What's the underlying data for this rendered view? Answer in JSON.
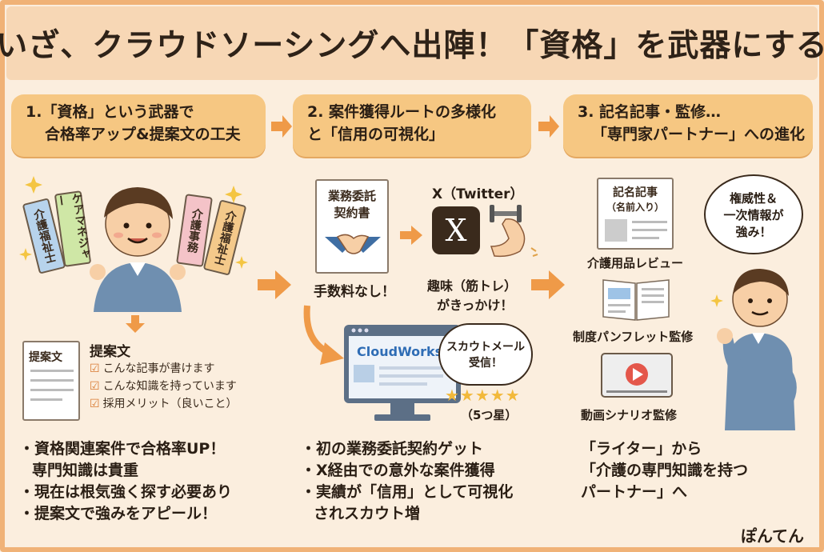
{
  "title": "いざ、クラウドソーシングへ出陣！「資格」を武器にする",
  "steps": [
    {
      "line1": "1.「資格」という武器で",
      "line2": "合格率アップ&提案文の工夫"
    },
    {
      "line1": "2. 案件獲得ルートの多様化",
      "line2": "と「信用の可視化」"
    },
    {
      "line1": "3. 記名記事・監修…",
      "line2": "「専門家パートナー」への進化"
    }
  ],
  "col1": {
    "cards": [
      "介護福祉士",
      "ケアマネジャー",
      "介護事務",
      "介護福祉士"
    ],
    "doc_label": "提案文",
    "proposal_title": "提案文",
    "checklist": [
      "こんな記事が書けます",
      "こんな知識を持っています",
      "採用メリット（良いこと）"
    ],
    "bullets": [
      "・資格関連案件で合格率UP！",
      "専門知識は貴重",
      "・現在は根気強く探す必要あり",
      "・提案文で強みをアピール！"
    ]
  },
  "col2": {
    "contract_line1": "業務委託",
    "contract_line2": "契約書",
    "no_fee": "手数料なし！",
    "x_label": "X（Twitter）",
    "x_logo": "X",
    "hobby_line1": "趣味（筋トレ）",
    "hobby_line2": "がきっかけ！",
    "cloudworks": "CloudWorks",
    "scout_line1": "スカウトメール",
    "scout_line2": "受信！",
    "stars": "★★★★★",
    "rating": "（5つ星）",
    "bullets": [
      "・初の業務委託契約ゲット",
      "・X経由での意外な案件獲得",
      "・実績が「信用」として可視化",
      "されスカウト増"
    ]
  },
  "col3": {
    "article_line1": "記名記事",
    "article_line2": "（名前入り）",
    "review": "介護用品レビュー",
    "pamphlet": "制度パンフレット監修",
    "video": "動画シナリオ監修",
    "authority_line1": "権威性＆",
    "authority_line2": "一次情報が",
    "authority_line3": "強み！",
    "quote": [
      "「ライター」から",
      "「介護の専門知識を持つ",
      "パートナー」へ"
    ]
  },
  "signature": "ぽんてん",
  "colors": {
    "accent": "#f6c782",
    "arrow": "#ef9a48",
    "bg": "#fbeede",
    "x_bg": "#3a2a1c"
  }
}
